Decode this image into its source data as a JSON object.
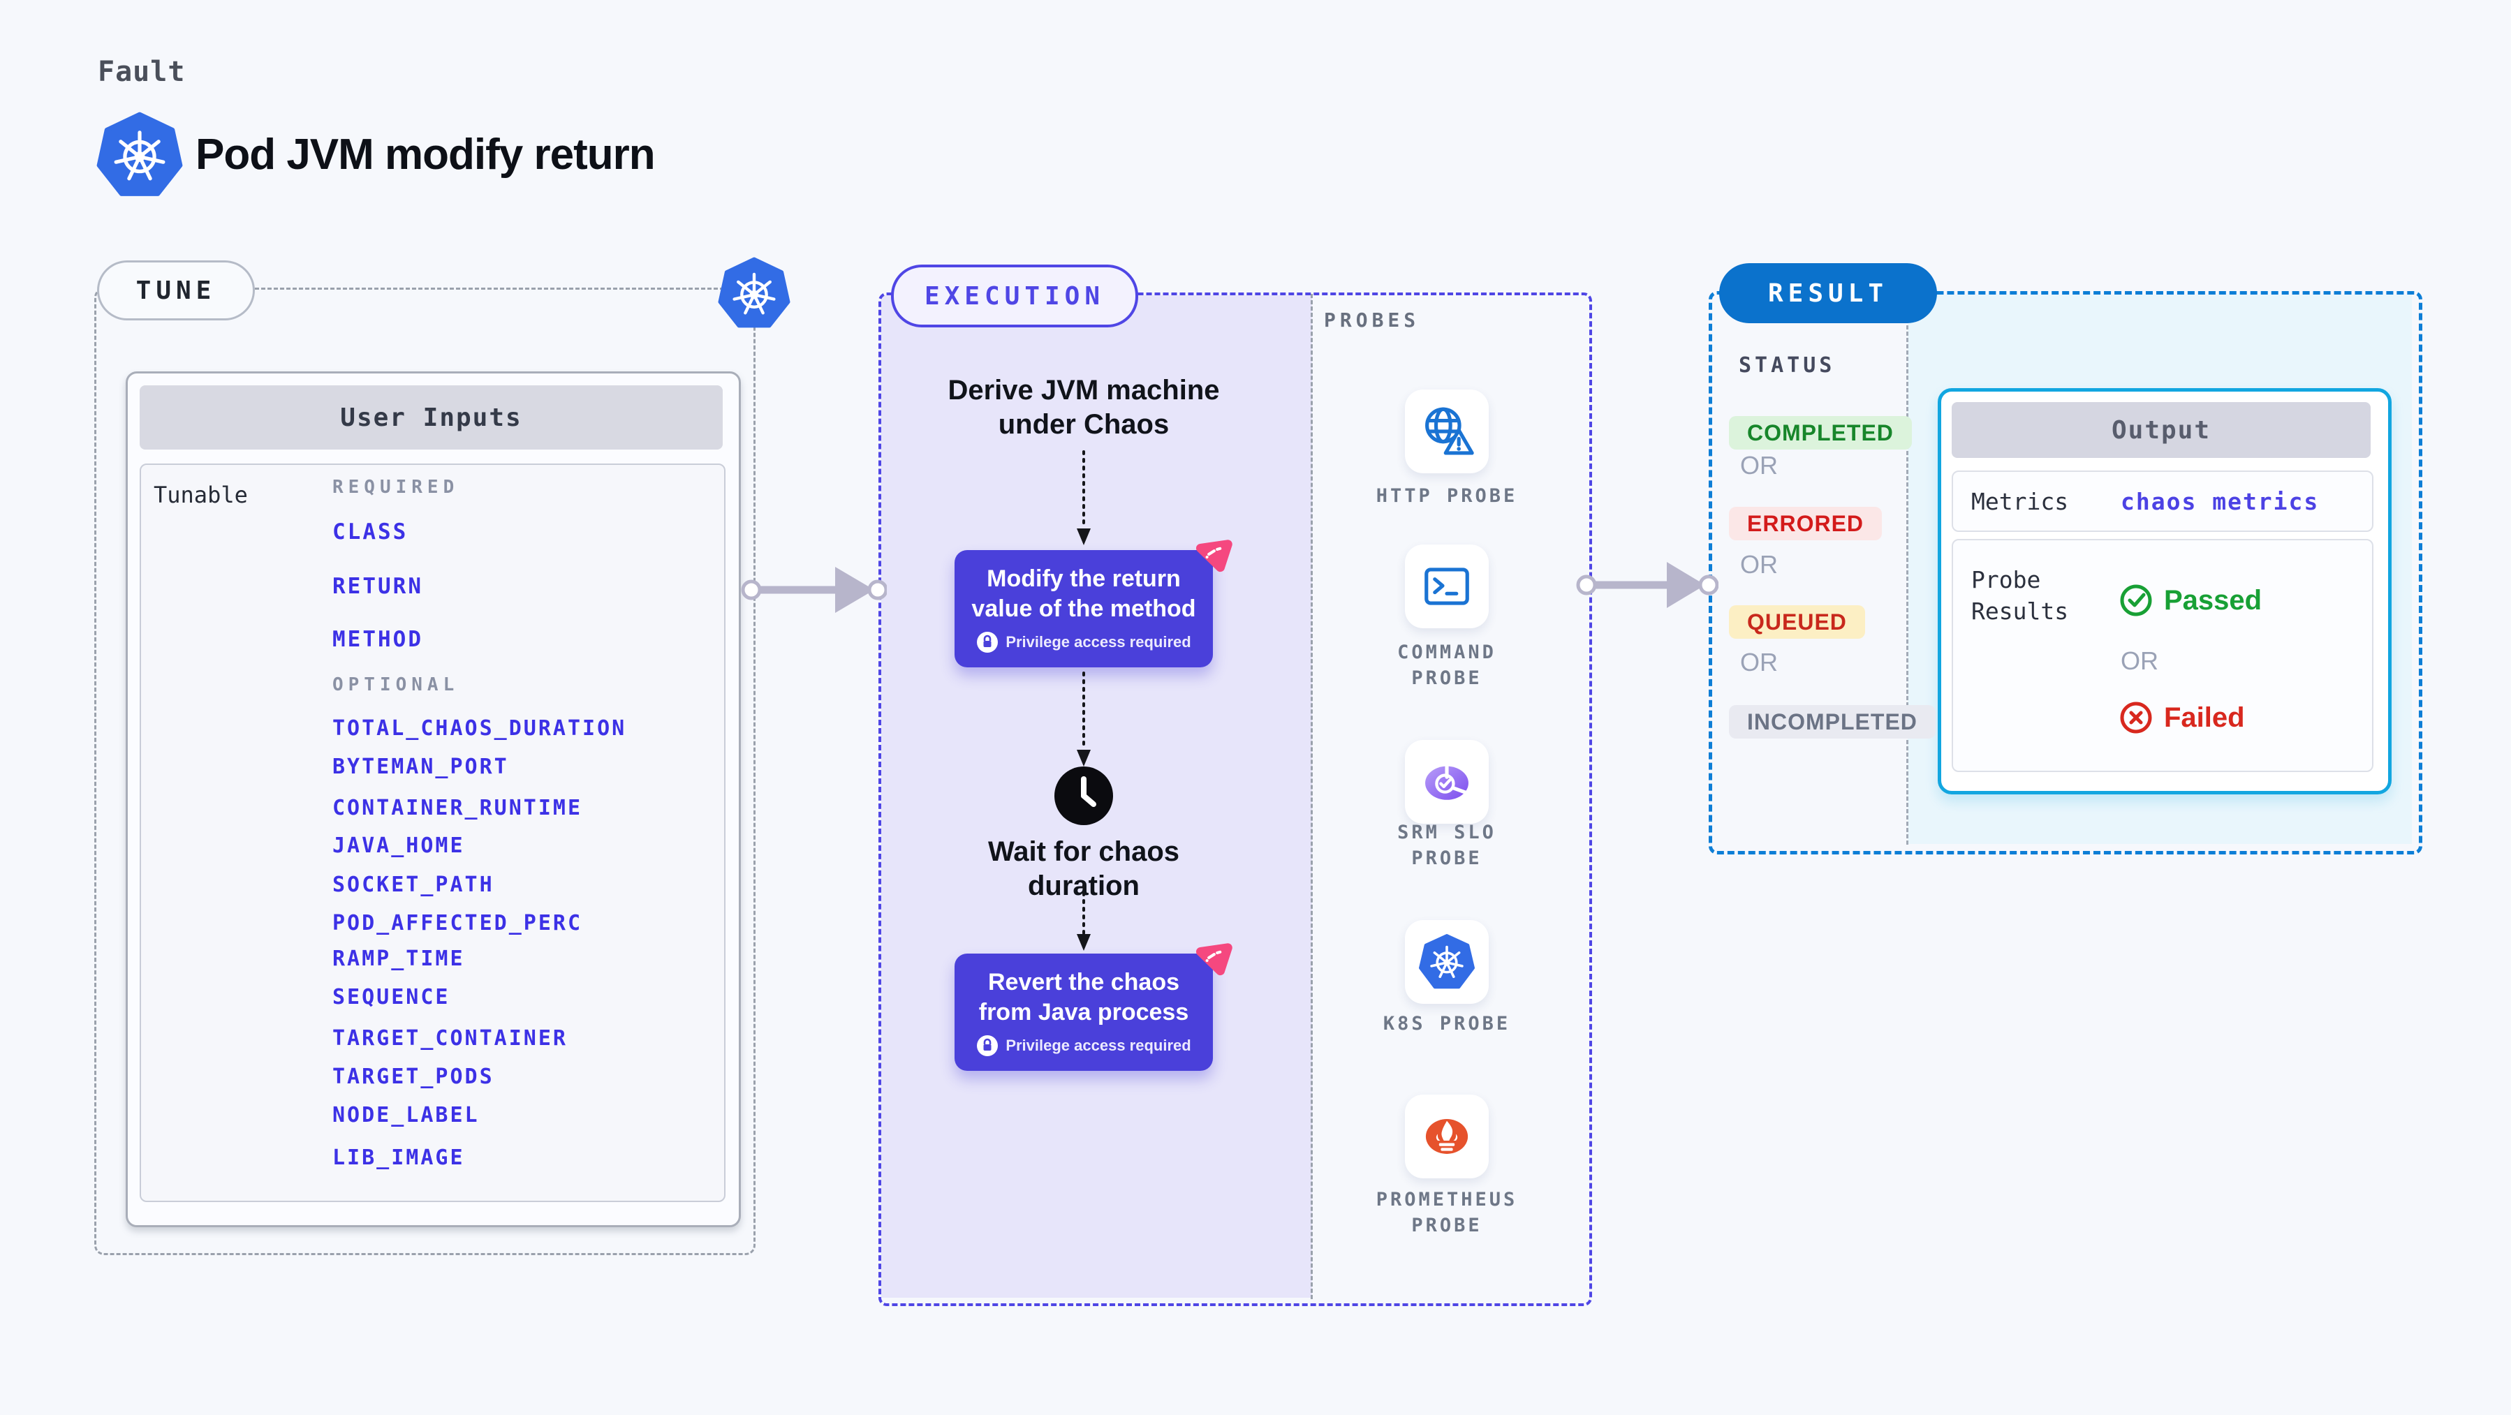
{
  "header": {
    "eyebrow": "Fault",
    "title": "Pod JVM modify return"
  },
  "tune": {
    "pill": "TUNE",
    "user_inputs": {
      "title": "User Inputs",
      "row_label": "Tunable",
      "required_label": "REQUIRED",
      "required": [
        "CLASS",
        "RETURN",
        "METHOD"
      ],
      "optional_label": "OPTIONAL",
      "optional": [
        "TOTAL_CHAOS_DURATION",
        "BYTEMAN_PORT",
        "CONTAINER_RUNTIME",
        "JAVA_HOME",
        "SOCKET_PATH",
        "POD_AFFECTED_PERC",
        "RAMP_TIME",
        "SEQUENCE",
        "TARGET_CONTAINER",
        "TARGET_PODS",
        "NODE_LABEL",
        "LIB_IMAGE"
      ]
    }
  },
  "execution": {
    "pill": "EXECUTION",
    "derive_text": "Derive JVM machine\nunder Chaos",
    "modify_box": {
      "text": "Modify the return\nvalue of the method",
      "badge": "Privilege access required"
    },
    "wait_text": "Wait for chaos\nduration",
    "revert_box": {
      "text": "Revert the chaos\nfrom Java process",
      "badge": "Privilege access required"
    }
  },
  "probes": {
    "label": "PROBES",
    "items": [
      {
        "name": "HTTP PROBE",
        "icon": "globe-alert-icon"
      },
      {
        "name": "COMMAND\nPROBE",
        "icon": "terminal-icon"
      },
      {
        "name": "SRM SLO\nPROBE",
        "icon": "slo-gauge-icon"
      },
      {
        "name": "K8S PROBE",
        "icon": "kubernetes-icon"
      },
      {
        "name": "PROMETHEUS\nPROBE",
        "icon": "prometheus-icon"
      }
    ]
  },
  "result": {
    "pill": "RESULT",
    "status": {
      "label": "STATUS",
      "separator": "OR",
      "badges": [
        {
          "text": "COMPLETED",
          "tone": "green"
        },
        {
          "text": "ERRORED",
          "tone": "red"
        },
        {
          "text": "QUEUED",
          "tone": "yellow"
        },
        {
          "text": "INCOMPLETED",
          "tone": "gray"
        }
      ]
    },
    "output": {
      "title": "Output",
      "metrics_label": "Metrics",
      "metrics_value": "chaos metrics",
      "probe_results_label": "Probe\nResults",
      "separator": "OR",
      "passed": "Passed",
      "failed": "Failed"
    }
  },
  "colors": {
    "accent_indigo": "#4f46e5",
    "action_box": "#4a40da",
    "lavender_bg": "#e7e5fa",
    "result_blue": "#0b72cc",
    "result_dash": "#0d7ed6",
    "cyan_border": "#12a6e0",
    "cyan_bg": "#e9f6fc",
    "param_link": "#3c31e6",
    "passed_green": "#18a035",
    "failed_red": "#d8281e",
    "kubernetes_blue": "#326ce5",
    "prometheus_orange": "#e6522c",
    "slo_purple": "#8b5cf6",
    "litmus_pink": "#f5487f"
  }
}
